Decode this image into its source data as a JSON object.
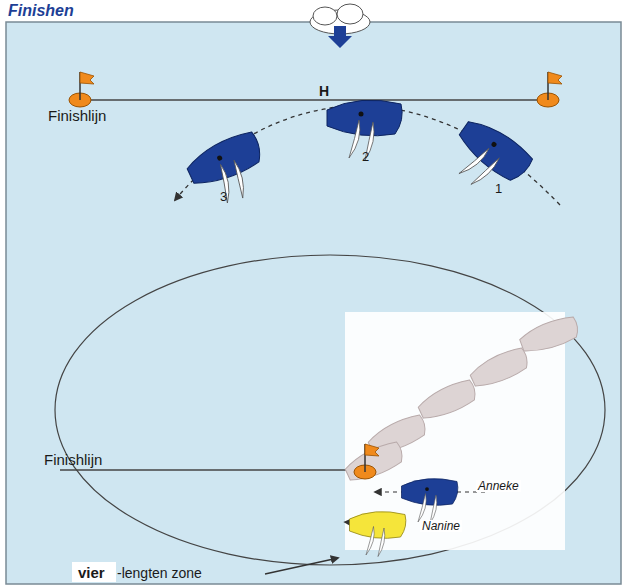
{
  "diagram": {
    "title": "Finishen",
    "labels": [
      "Finishlijn",
      "H",
      "3",
      "2",
      "1",
      "Finishlijn",
      "Anneke",
      "Nanine",
      "vier",
      "-lengten zone"
    ]
  }
}
